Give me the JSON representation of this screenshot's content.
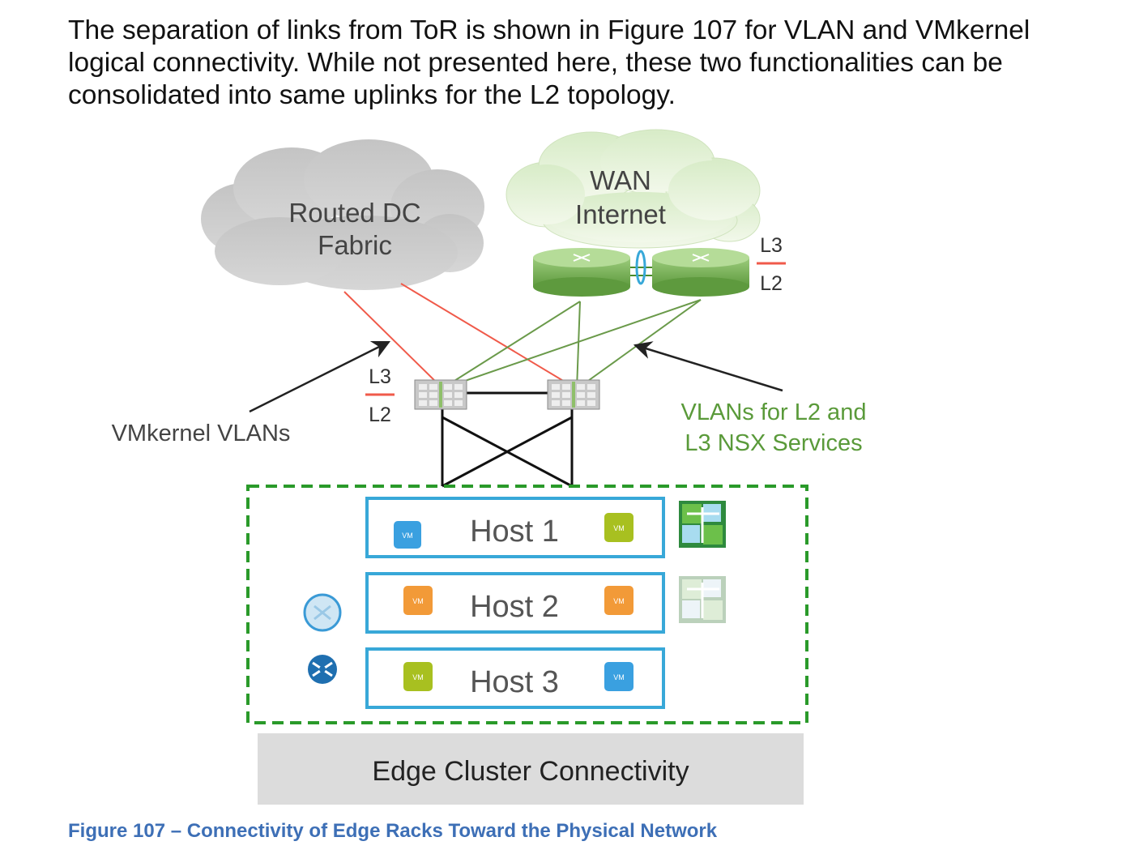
{
  "paragraph": "The separation of links from ToR is shown in Figure 107 for VLAN and VMkernel logical connectivity. While not presented here, these two functionalities can be consolidated into same uplinks for the L2 topology.",
  "diagram": {
    "routed_cloud_line1": "Routed DC",
    "routed_cloud_line2": "Fabric",
    "wan_cloud_line1": "WAN",
    "wan_cloud_line2": "Internet",
    "wan_l3": "L3",
    "wan_l2": "L2",
    "tor_l3": "L3",
    "tor_l2": "L2",
    "vmkernel_label": "VMkernel VLANs",
    "vlans_line1": "VLANs for L2 and",
    "vlans_line2": "L3 NSX Services",
    "hosts": [
      {
        "label": "Host 1",
        "left_vm": "VM",
        "right_vm": "VM"
      },
      {
        "label": "Host 2",
        "left_vm": "VM",
        "right_vm": "VM"
      },
      {
        "label": "Host 3",
        "left_vm": "VM",
        "right_vm": "VM"
      }
    ],
    "edge_label": "Edge Cluster Connectivity",
    "colors": {
      "red_link": "#f05a4a",
      "green_link": "#6a9a4a",
      "host_border": "#38a8d8",
      "vm_blue": "#3aa0e0",
      "vm_green": "#a8c020",
      "vm_orange": "#f29a38",
      "cluster_dash": "#2a9a2a",
      "caption": "#3d6fb6"
    }
  },
  "caption": "Figure 107 – Connectivity of Edge Racks Toward the Physical Network"
}
